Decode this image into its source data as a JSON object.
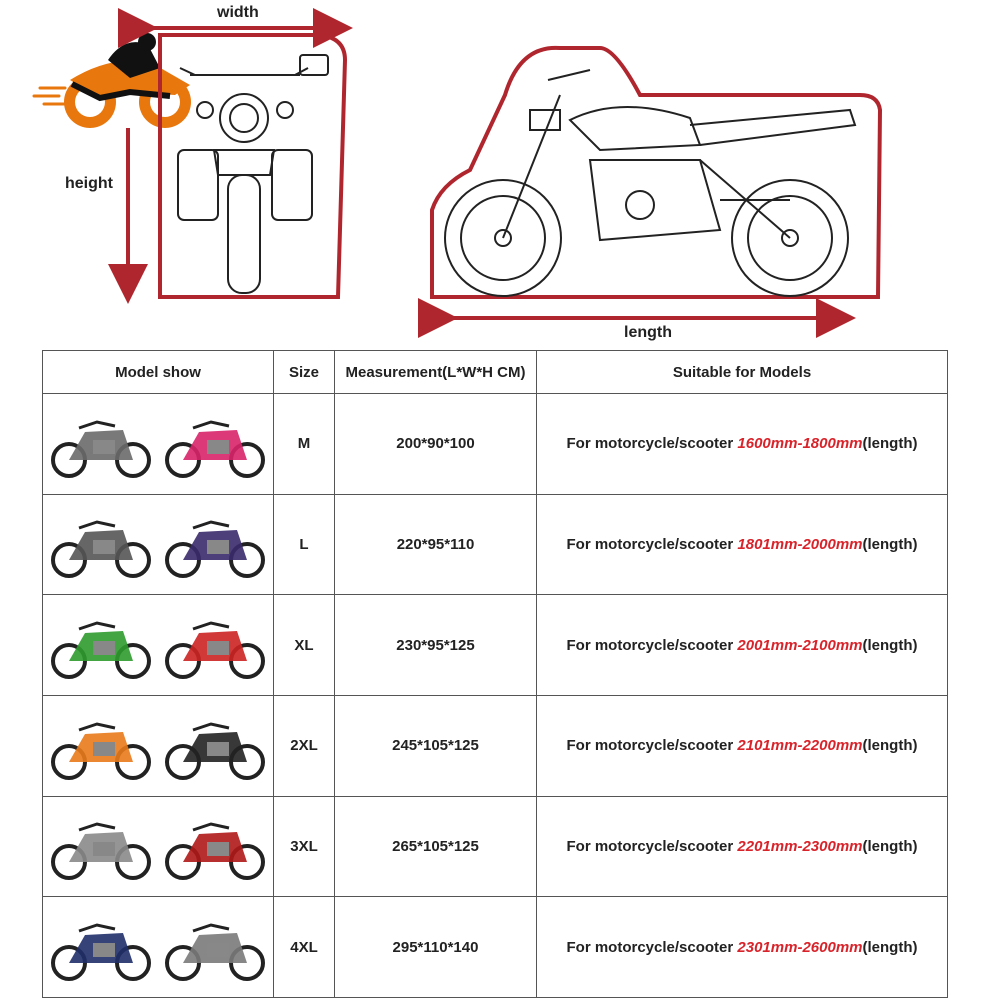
{
  "diagram": {
    "width_label": "width",
    "height_label": "height",
    "length_label": "length",
    "accent_color": "#b0262e",
    "logo_color": "#e8770e"
  },
  "table": {
    "headers": {
      "model_show": "Model show",
      "size": "Size",
      "measurement": "Measurement(L*W*H CM)",
      "suitable": "Suitable for Models"
    },
    "rows": [
      {
        "size": "M",
        "measurement": "200*90*100",
        "prefix": "For motorcycle/scooter ",
        "range": "1600mm-1800mm",
        "suffix": "(length)",
        "icons": [
          "bicycle-icon",
          "scooter-pink-icon"
        ]
      },
      {
        "size": "L",
        "measurement": "220*95*110",
        "prefix": "For motorcycle/scooter ",
        "range": "1801mm-2000mm",
        "suffix": "(length)",
        "icons": [
          "underbone-motorcycle-icon",
          "scooter-purple-icon"
        ]
      },
      {
        "size": "XL",
        "measurement": "230*95*125",
        "prefix": "For motorcycle/scooter ",
        "range": "2001mm-2100mm",
        "suffix": "(length)",
        "icons": [
          "sportbike-green-icon",
          "sportbike-red-icon"
        ]
      },
      {
        "size": "2XL",
        "measurement": "245*105*125",
        "prefix": "For motorcycle/scooter ",
        "range": "2101mm-2200mm",
        "suffix": "(length)",
        "icons": [
          "dirtbike-orange-icon",
          "naked-bike-black-icon"
        ]
      },
      {
        "size": "3XL",
        "measurement": "265*105*125",
        "prefix": "For motorcycle/scooter ",
        "range": "2201mm-2300mm",
        "suffix": "(length)",
        "icons": [
          "touring-bike-silver-icon",
          "maxi-scooter-red-icon"
        ]
      },
      {
        "size": "4XL",
        "measurement": "295*110*140",
        "prefix": "For motorcycle/scooter ",
        "range": "2301mm-2600mm",
        "suffix": "(length)",
        "icons": [
          "touring-bike-blue-icon",
          "goldwing-touring-icon"
        ]
      }
    ]
  }
}
